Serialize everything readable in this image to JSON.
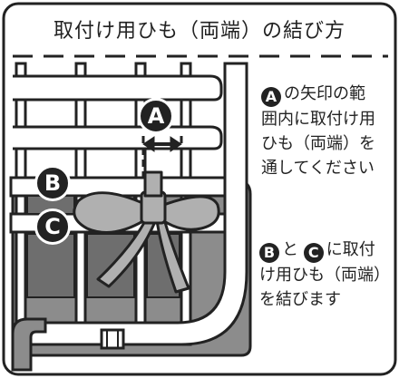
{
  "title": "取付け用ひも（両端）の結び方",
  "markers": {
    "a": "A",
    "b": "B",
    "c": "C"
  },
  "note_a": {
    "badge": "A",
    "line1": "の矢印の範",
    "line2": "囲内に取付け用",
    "line3": "ひも（両端）を",
    "line4": "通してください"
  },
  "note_bc": {
    "badge_b": "B",
    "mid": "と",
    "badge_c": "C",
    "line1_tail": "に取付",
    "line2": "け用ひも（両端）",
    "line3": "を結びます"
  },
  "colors": {
    "outline": "#222222",
    "gray_fill": "#8c8c8c",
    "dark_fill": "#6e6e6e",
    "light_fill": "#b0b0b0"
  }
}
